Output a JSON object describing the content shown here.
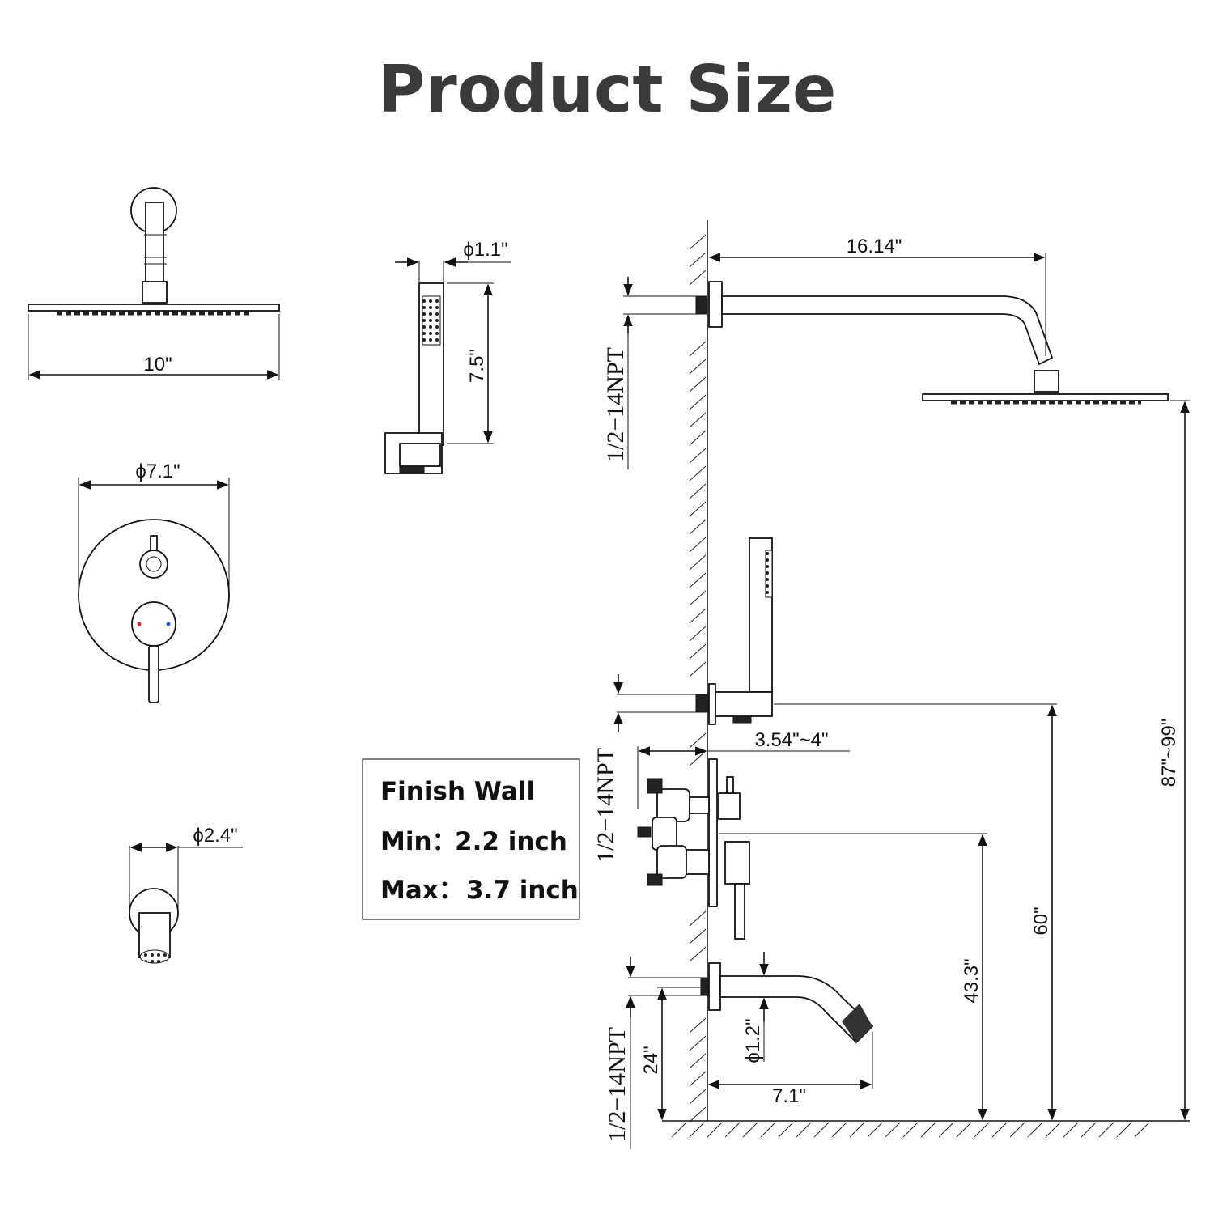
{
  "title": "Product Size",
  "shower_head": {
    "width": "10\""
  },
  "hand_shower": {
    "diameter": "ϕ1.1\"",
    "length": "7.5\""
  },
  "trim_plate": {
    "diameter": "ϕ7.1\""
  },
  "tub_spout_front": {
    "diameter": "ϕ2.4\""
  },
  "side_view": {
    "arm_length": "16.14\"",
    "shower_head_height": "87\"~99\"",
    "hand_shower_height": "60\"",
    "valve_height": "43.3\"",
    "valve_depth": "3.54\"~4\"",
    "spout_height": "24\"",
    "spout_diameter": "ϕ1.2\"",
    "spout_length": "7.1\"",
    "npt_top": "1/2−14NPT",
    "npt_middle": "1/2−14NPT",
    "npt_bottom": "1/2−14NPT"
  },
  "finish_wall": {
    "heading": "Finish Wall",
    "min_label": "Min：",
    "min_value": "2.2 inch",
    "max_label": "Max：",
    "max_value": "3.7 inch"
  },
  "colors": {
    "title": "#3a3a3a",
    "line": "#111111",
    "hot": "#d62828",
    "cold": "#1f5fbf"
  }
}
